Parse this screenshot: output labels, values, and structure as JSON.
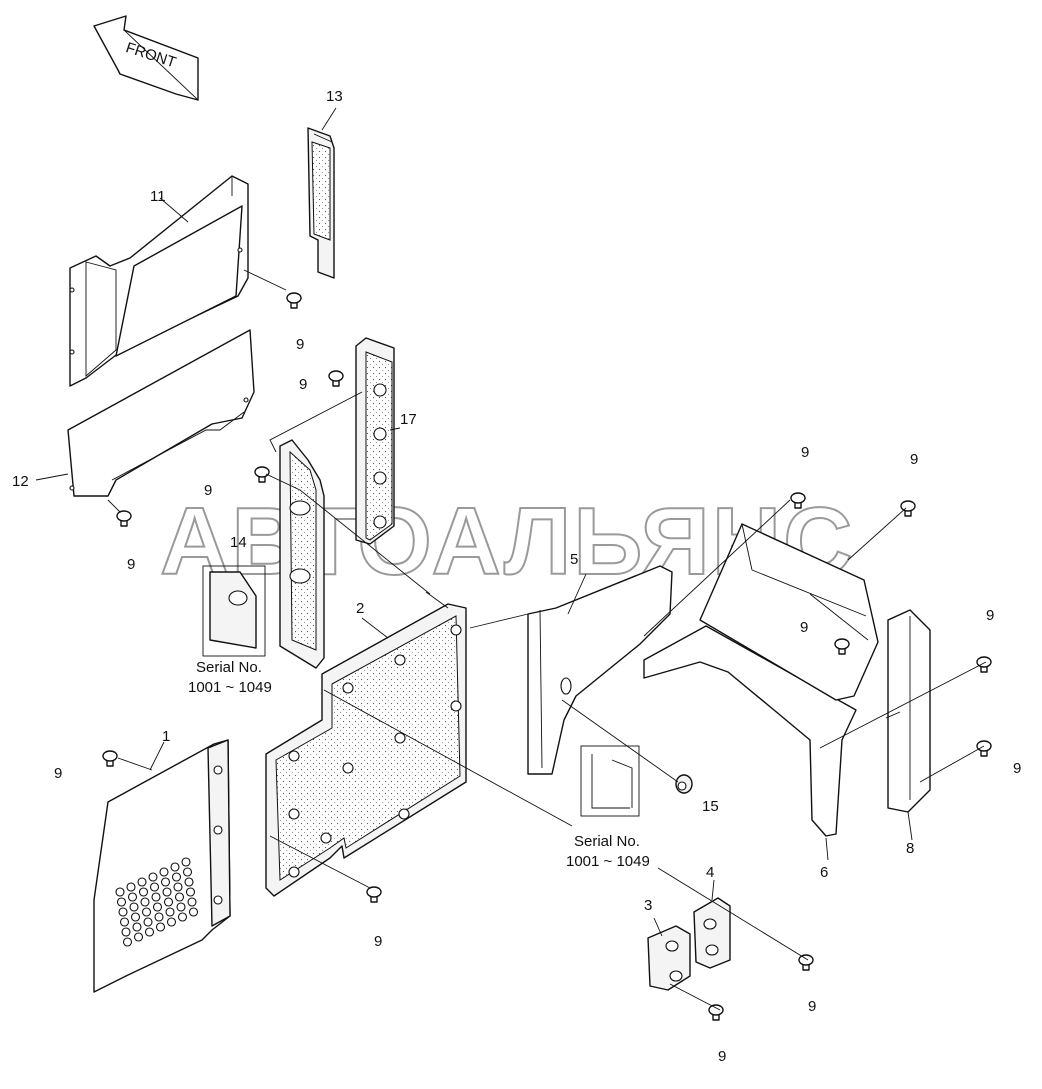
{
  "front_arrow": {
    "label": "FRONT"
  },
  "watermark": "АВТОАЛЬЯНС",
  "serial_notes": [
    {
      "line1": "Serial No.",
      "line2": "1001 ~ 1049"
    },
    {
      "line1": "Serial No.",
      "line2": "1001 ~ 1049"
    }
  ],
  "callouts": {
    "p1": "1",
    "p2": "2",
    "p3": "3",
    "p4": "4",
    "p5": "5",
    "p6": "6",
    "p8": "8",
    "p11": "11",
    "p12": "12",
    "p13": "13",
    "p14": "14",
    "p15": "15",
    "p17": "17",
    "b_11": "9",
    "b_17": "9",
    "b_12": "9",
    "b_14": "9",
    "b_5a": "9",
    "b_5b": "9",
    "b_6": "9",
    "b_8a": "9",
    "b_8b": "9",
    "b_1": "9",
    "b_2": "9",
    "b_4": "9",
    "b_3": "9"
  }
}
